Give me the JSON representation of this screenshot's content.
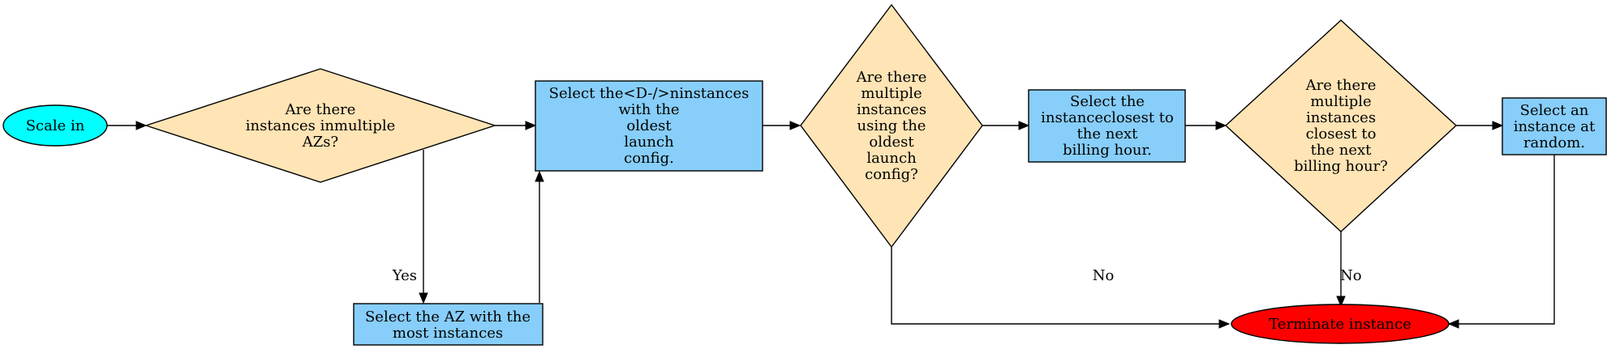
{
  "colors": {
    "terminal_start": "#00FFFF",
    "terminal_end": "#FF0000",
    "decision": "#FFE4B5",
    "process": "#87CEFA",
    "line": "#000000"
  },
  "nodes": {
    "scale_in": {
      "lines": [
        "Scale in"
      ]
    },
    "decision_multi_az": {
      "lines": [
        "Are there",
        "instances inmultiple",
        "AZs?"
      ]
    },
    "select_az": {
      "lines": [
        "Select the AZ with the",
        "most instances"
      ]
    },
    "select_oldest": {
      "lines": [
        "Select the<D-/>ninstances",
        "with the",
        "oldest",
        "launch",
        "config."
      ]
    },
    "decision_oldest_config": {
      "lines": [
        "Are there",
        "multiple",
        "instances",
        "using the",
        "oldest",
        "launch",
        "config?"
      ]
    },
    "select_billing": {
      "lines": [
        "Select the",
        "instanceclosest to",
        "the next",
        "billing hour."
      ]
    },
    "decision_billing": {
      "lines": [
        "Are there",
        "multiple",
        "instances",
        "closest to",
        "the next",
        "billing hour?"
      ]
    },
    "select_random": {
      "lines": [
        "Select an",
        "instance at",
        "random."
      ]
    },
    "terminate": {
      "lines": [
        "Terminate instance"
      ]
    }
  },
  "edge_labels": {
    "yes": "Yes",
    "no_1": "No",
    "no_2": "No"
  }
}
